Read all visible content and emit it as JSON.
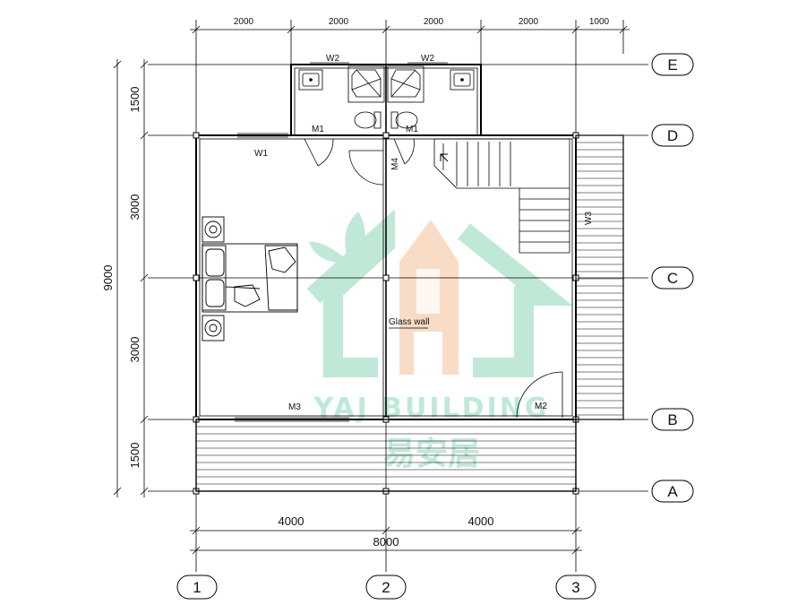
{
  "dimensions": {
    "top": [
      "2000",
      "2000",
      "2000",
      "2000",
      "1000"
    ],
    "left_segments": [
      "1500",
      "3000",
      "3000",
      "1500"
    ],
    "left_total": "9000",
    "bottom": [
      "4000",
      "4000"
    ],
    "bottom_total": "8000"
  },
  "grid_axes": {
    "horizontal": [
      "E",
      "D",
      "C",
      "B",
      "A"
    ],
    "vertical": [
      "1",
      "2",
      "3"
    ]
  },
  "labels": {
    "window_w1": "W1",
    "window_w2_left": "W2",
    "window_w2_right": "W2",
    "window_w3": "W3",
    "door_m1_left": "M1",
    "door_m1_right": "M1",
    "door_m2": "M2",
    "door_m3": "M3",
    "door_m4": "M4",
    "glass_wall": "Glass  wall"
  },
  "watermark": {
    "brand": "YAJ BUILDING",
    "chinese": "易安居",
    "colors": {
      "green": "#bfe9d6",
      "orange": "#f9dcc6"
    }
  }
}
